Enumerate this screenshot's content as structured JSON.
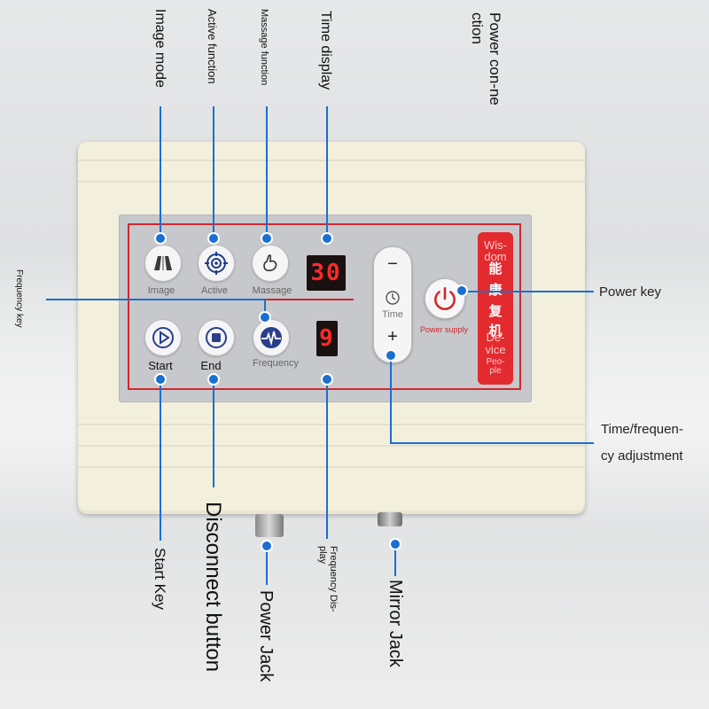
{
  "panel": {
    "row1": {
      "image_label": "Image",
      "active_label": "Active",
      "massage_label": "Massage"
    },
    "row2": {
      "start_label": "Start",
      "end_label": "End",
      "frequency_label": "Frequency"
    },
    "time_display": "30",
    "frequency_display": "9",
    "time_control": {
      "minus": "−",
      "plus": "+",
      "label": "Time"
    },
    "power_label": "Power supply",
    "brand": {
      "cn": [
        "能",
        "康",
        "复",
        "机"
      ],
      "en": [
        "Wis-",
        "dom",
        "De-",
        "vice",
        "Peo-",
        "ple"
      ]
    }
  },
  "callouts": {
    "image_mode": "Image mode",
    "active_function": "Active function",
    "massage_function": "Massage function",
    "time_display": "Time display",
    "power_connection": "Power con-nection",
    "frequency_key": "Frequency key",
    "power_key": "Power key",
    "time_freq_line1": "Time/frequen-",
    "time_freq_line2": "cy adjustment",
    "start_key": "Start Key",
    "disconnect_button": "Disconnect button",
    "power_jack": "Power Jack",
    "frequency_display": "Frequency Dis-play",
    "mirror_jack": "Mirror Jack"
  },
  "colors": {
    "accent_blue": "#1a6fd0",
    "panel_red": "#d0272e",
    "brand_red": "#e32a2f",
    "led_red": "#ff2a2a"
  }
}
